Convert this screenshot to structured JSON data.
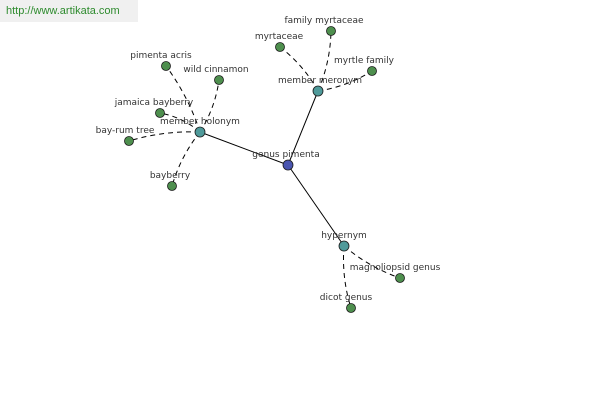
{
  "watermark": "http://www.artikata.com",
  "colors": {
    "center": "#4a55b0",
    "relation": "#4f9a9a",
    "leaf": "#4e8f4e",
    "edge": "#000000",
    "label": "#333333"
  },
  "nodes": [
    {
      "id": "genus-pimenta",
      "label": "genus pimenta",
      "kind": "center"
    },
    {
      "id": "member-holonym",
      "label": "member holonym",
      "kind": "relation"
    },
    {
      "id": "member-meronym",
      "label": "member meronym",
      "kind": "relation"
    },
    {
      "id": "hypernym",
      "label": "hypernym",
      "kind": "relation"
    },
    {
      "id": "pimenta-acris",
      "label": "pimenta acris",
      "kind": "leaf"
    },
    {
      "id": "wild-cinnamon",
      "label": "wild cinnamon",
      "kind": "leaf"
    },
    {
      "id": "jamaica-bayberry",
      "label": "jamaica bayberry",
      "kind": "leaf"
    },
    {
      "id": "bay-rum-tree",
      "label": "bay-rum tree",
      "kind": "leaf"
    },
    {
      "id": "bayberry",
      "label": "bayberry",
      "kind": "leaf"
    },
    {
      "id": "myrtaceae",
      "label": "myrtaceae",
      "kind": "leaf"
    },
    {
      "id": "family-myrtaceae",
      "label": "family myrtaceae",
      "kind": "leaf"
    },
    {
      "id": "myrtle-family",
      "label": "myrtle family",
      "kind": "leaf"
    },
    {
      "id": "magnoliopsid-genus",
      "label": "magnoliopsid genus",
      "kind": "leaf"
    },
    {
      "id": "dicot-genus",
      "label": "dicot genus",
      "kind": "leaf"
    }
  ],
  "edges": [
    {
      "from": "genus-pimenta",
      "to": "member-holonym",
      "style": "solid"
    },
    {
      "from": "genus-pimenta",
      "to": "member-meronym",
      "style": "solid"
    },
    {
      "from": "genus-pimenta",
      "to": "hypernym",
      "style": "solid"
    },
    {
      "from": "member-holonym",
      "to": "pimenta-acris",
      "style": "dashed"
    },
    {
      "from": "member-holonym",
      "to": "wild-cinnamon",
      "style": "dashed"
    },
    {
      "from": "member-holonym",
      "to": "jamaica-bayberry",
      "style": "dashed"
    },
    {
      "from": "member-holonym",
      "to": "bay-rum-tree",
      "style": "dashed"
    },
    {
      "from": "member-holonym",
      "to": "bayberry",
      "style": "dashed"
    },
    {
      "from": "member-meronym",
      "to": "myrtaceae",
      "style": "dashed"
    },
    {
      "from": "member-meronym",
      "to": "family-myrtaceae",
      "style": "dashed"
    },
    {
      "from": "member-meronym",
      "to": "myrtle-family",
      "style": "dashed"
    },
    {
      "from": "hypernym",
      "to": "magnoliopsid-genus",
      "style": "dashed"
    },
    {
      "from": "hypernym",
      "to": "dicot-genus",
      "style": "dashed"
    }
  ]
}
